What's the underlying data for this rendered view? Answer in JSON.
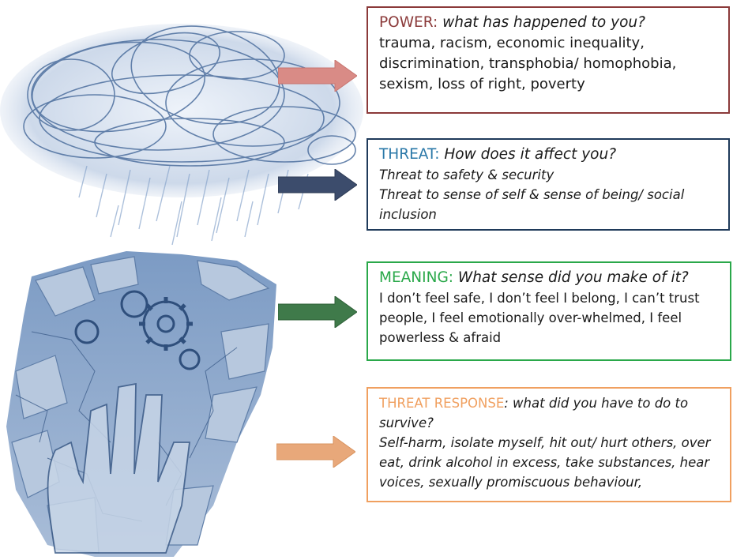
{
  "colors": {
    "power": "#8b3a3a",
    "threat": "#1f3a5a",
    "threat_key": "#2a78a8",
    "meaning": "#2aa84a",
    "response": "#f0a060",
    "arrow_power": "#d98b86",
    "arrow_threat": "#3c4c6c",
    "arrow_meaning": "#3f7a4a",
    "arrow_response": "#e8a87a",
    "illustration_blue": "#5a7fae"
  },
  "illustration": {
    "cloud": "cloud-illustration",
    "rain": "rain-illustration",
    "cracked_earth": "cracked-earth-illustration",
    "gears": "gears-illustration",
    "hand": "hand-illustration"
  },
  "power": {
    "key": "POWER:",
    "question": "what has happened to you?",
    "lines": [
      "trauma, racism, economic inequality,",
      "discrimination, transphobia/ homophobia,",
      "sexism, loss of right, poverty"
    ]
  },
  "threat": {
    "key": "THREAT:",
    "question": "How does it affect you?",
    "lines": [
      "Threat to safety & security",
      "Threat to sense of self & sense of being/ social",
      "inclusion"
    ]
  },
  "meaning": {
    "key": "MEANING:",
    "question": "What sense did you make of it?",
    "lines": [
      "I don’t feel safe, I don’t feel I belong, I can’t trust",
      "people, I feel emotionally over-whelmed, I feel",
      "powerless & afraid"
    ]
  },
  "response": {
    "key": "THREAT RESPONSE",
    "question_first": ": what did you have to do to",
    "question_second": "survive?",
    "lines": [
      "Self-harm, isolate myself, hit out/ hurt others, over",
      "eat, drink alcohol in excess, take substances, hear",
      "voices, sexually promiscuous behaviour,"
    ]
  }
}
